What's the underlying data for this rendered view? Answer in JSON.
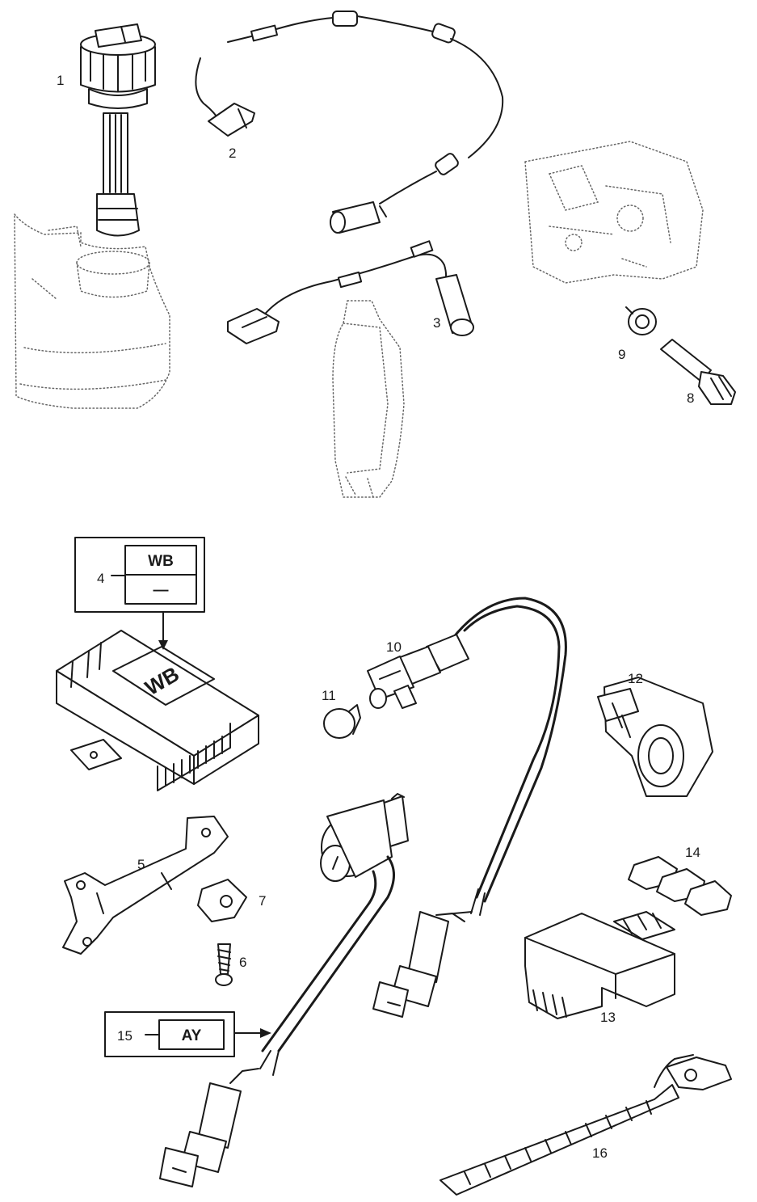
{
  "callouts": [
    "1",
    "2",
    "3",
    "4",
    "5",
    "6",
    "7",
    "8",
    "9",
    "10",
    "11",
    "12",
    "13",
    "14",
    "15",
    "16"
  ],
  "label_box_4": {
    "code": "WB",
    "lower": "—"
  },
  "label_box_15": {
    "code": "AY"
  },
  "ecu_stamp": "WB"
}
